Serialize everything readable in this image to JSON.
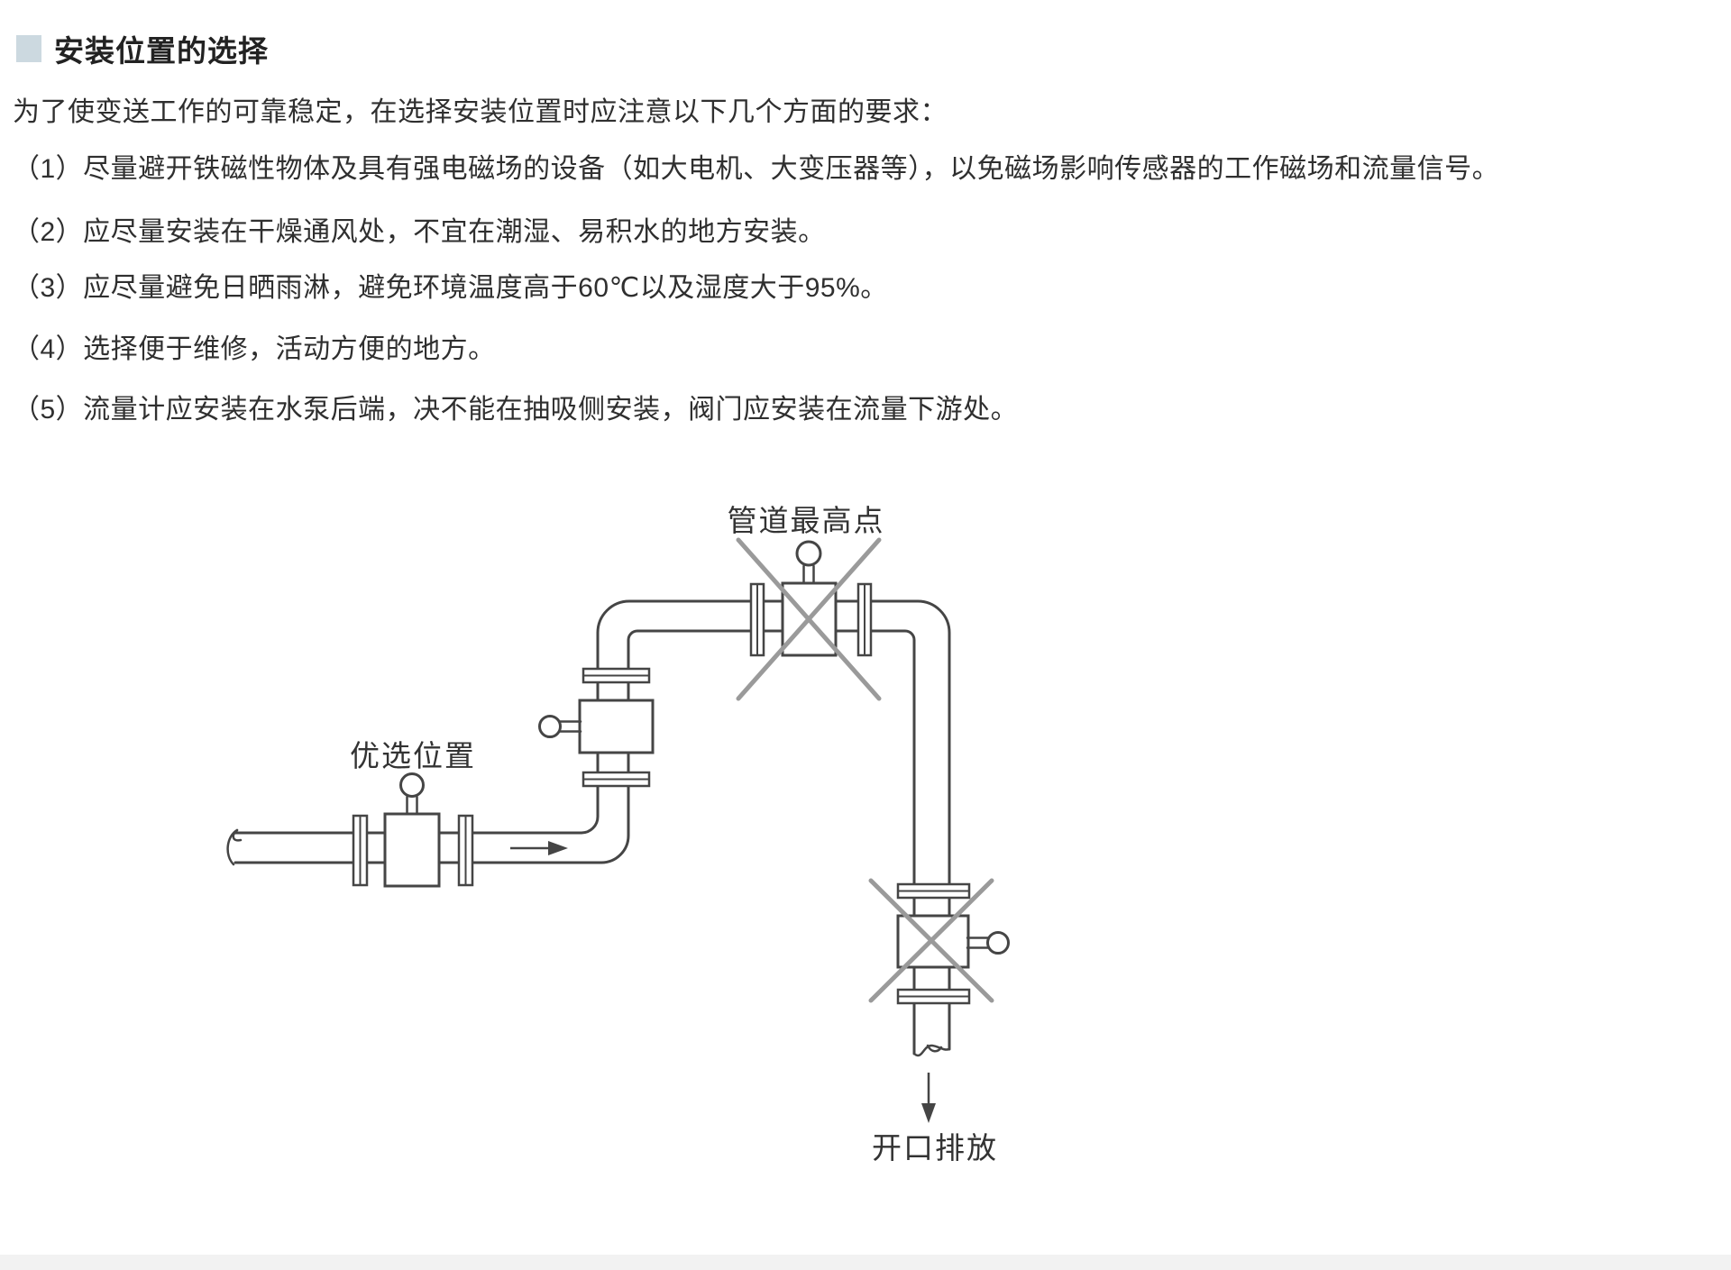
{
  "section": {
    "title": "安装位置的选择",
    "intro": "为了使变送工作的可靠稳定，在选择安装位置时应注意以下几个方面的要求：",
    "items": [
      "（1）尽量避开铁磁性物体及具有强电磁场的设备（如大电机、大变压器等），以免磁场影响传感器的工作磁场和流量信号。",
      "（2）应尽量安装在干燥通风处，不宜在潮湿、易积水的地方安装。",
      "（3）应尽量避免日晒雨淋，避免环境温度高于60℃以及湿度大于95%。",
      "（4）选择便于维修，活动方便的地方。",
      "（5）流量计应安装在水泵后端，决不能在抽吸侧安装，阀门应安装在流量下游处。"
    ]
  },
  "diagram": {
    "labels": {
      "highest_point": "管道最高点",
      "preferred_position": "优选位置",
      "open_discharge": "开口排放"
    },
    "colors": {
      "pipe_outline": "#454545",
      "cross_mark": "#9a9a9a",
      "header_square": "#ccd9e0",
      "text": "#2f2f2f"
    }
  }
}
